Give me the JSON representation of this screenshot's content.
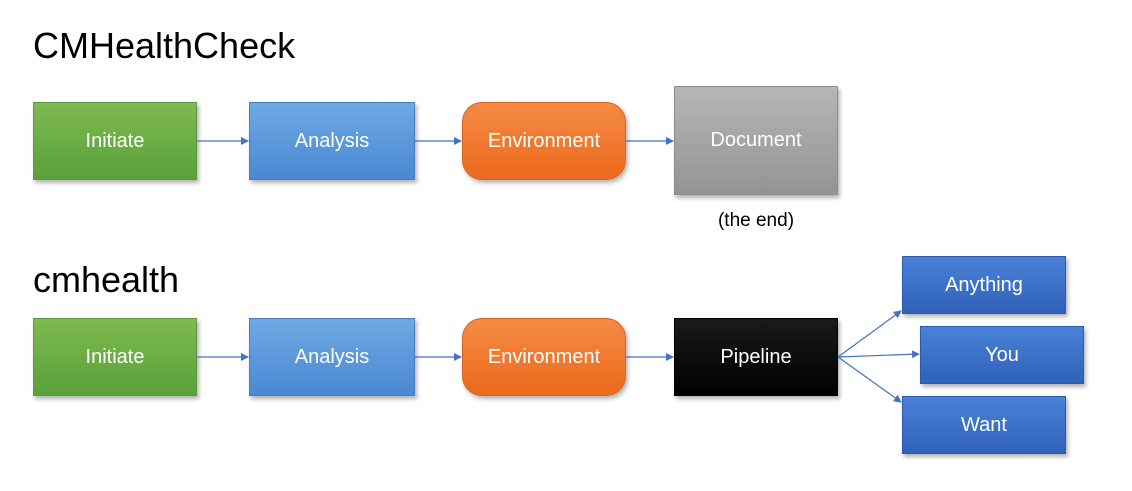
{
  "diagrams": [
    {
      "title": "CMHealthCheck",
      "steps": [
        "Initiate",
        "Analysis",
        "Environment",
        "Document"
      ],
      "caption": "(the end)"
    },
    {
      "title": "cmhealth",
      "steps": [
        "Initiate",
        "Analysis",
        "Environment",
        "Pipeline"
      ],
      "outputs": [
        "Anything",
        "You",
        "Want"
      ]
    }
  ],
  "colors": {
    "initiate": "#6aad45",
    "analysis": "#5b9bdf",
    "environment": "#f07a30",
    "document": "#a6a6a6",
    "pipeline": "#000000",
    "outputs": "#3a70c6",
    "connector": "#4472c4"
  }
}
